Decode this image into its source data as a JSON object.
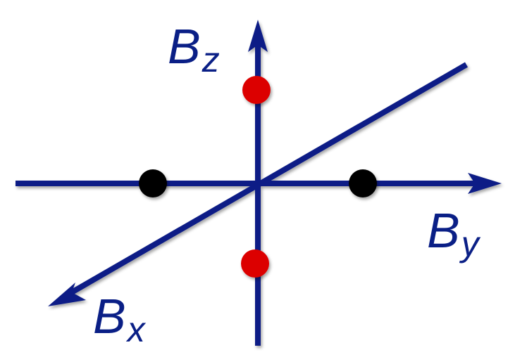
{
  "colors": {
    "axis": "#0a1f86",
    "red_point": "#dc0000",
    "black_point": "#000000",
    "background": "#ffffff"
  },
  "axes": {
    "z": {
      "base": "B",
      "sub": "z"
    },
    "y": {
      "base": "B",
      "sub": "y"
    },
    "x": {
      "base": "B",
      "sub": "x"
    }
  },
  "points": [
    {
      "name": "red-point-upper",
      "color": "red"
    },
    {
      "name": "red-point-lower",
      "color": "red"
    },
    {
      "name": "black-point-left",
      "color": "black"
    },
    {
      "name": "black-point-right",
      "color": "black"
    }
  ]
}
